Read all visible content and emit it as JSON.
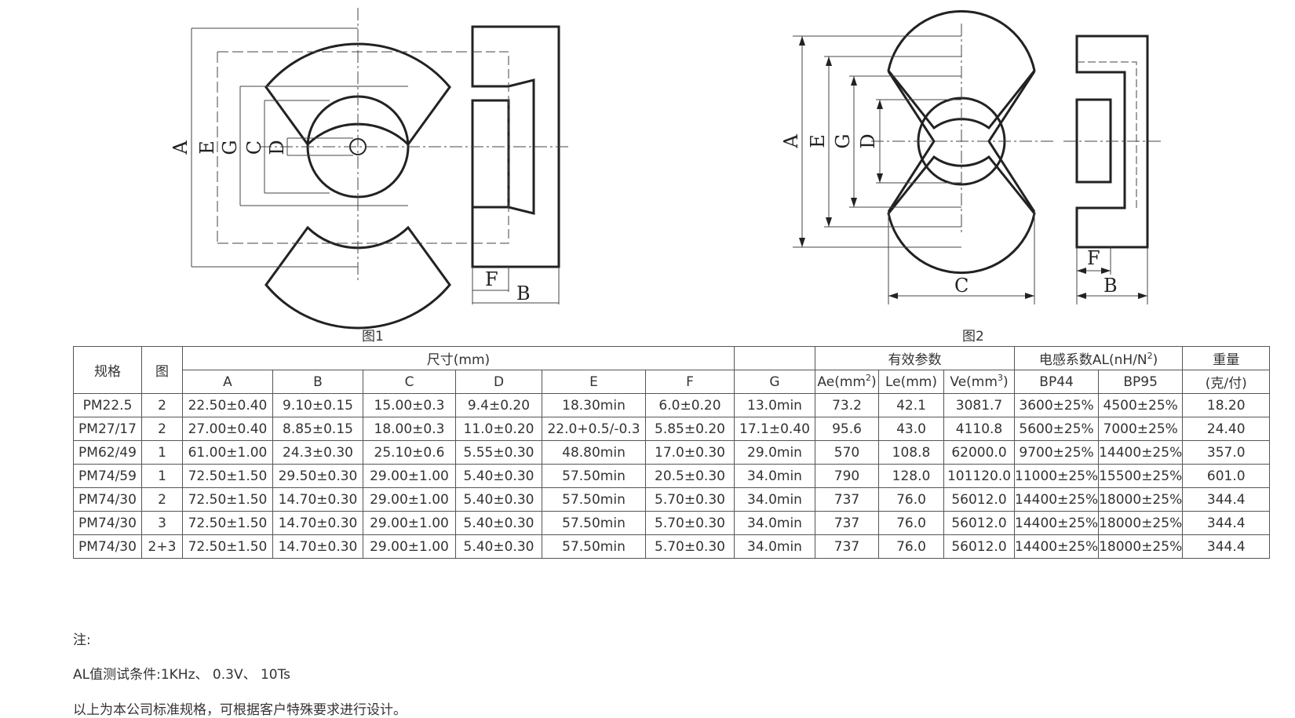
{
  "figure1": {
    "caption": "图1",
    "labels": {
      "a": "A",
      "e": "E",
      "g": "G",
      "c": "C",
      "d": "D",
      "f": "F",
      "b": "B"
    }
  },
  "figure2": {
    "caption": "图2",
    "labels": {
      "a": "A",
      "e": "E",
      "g": "G",
      "d": "D",
      "c": "C",
      "f": "F",
      "b": "B"
    }
  },
  "table": {
    "header": {
      "spec": "规格",
      "fig": "图",
      "dimensions": "尺寸(mm)",
      "effective": "有效参数",
      "al_prefix": "电感系数AL(nH/N",
      "al_sup": "2",
      "al_suffix": ")",
      "weight": "重量",
      "col_a": "A",
      "col_b": "B",
      "col_c": "C",
      "col_d": "D",
      "col_e": "E",
      "col_f": "F",
      "col_g": "G",
      "ae_prefix": "Ae(mm",
      "ae_sup": "2",
      "ae_suffix": ")",
      "le": "Le(mm)",
      "ve_prefix": "Ve(mm",
      "ve_sup": "3",
      "ve_suffix": ")",
      "bp44": "BP44",
      "bp95": "BP95",
      "weight_unit": "(克/付)"
    },
    "rows": [
      [
        "PM22.5",
        "2",
        "22.50±0.40",
        "9.10±0.15",
        "15.00±0.3",
        "9.4±0.20",
        "18.30min",
        "6.0±0.20",
        "13.0min",
        "73.2",
        "42.1",
        "3081.7",
        "3600±25%",
        "4500±25%",
        "18.20"
      ],
      [
        "PM27/17",
        "2",
        "27.00±0.40",
        "8.85±0.15",
        "18.00±0.3",
        "11.0±0.20",
        "22.0+0.5/-0.3",
        "5.85±0.20",
        "17.1±0.40",
        "95.6",
        "43.0",
        "4110.8",
        "5600±25%",
        "7000±25%",
        "24.40"
      ],
      [
        "PM62/49",
        "1",
        "61.00±1.00",
        "24.3±0.30",
        "25.10±0.6",
        "5.55±0.30",
        "48.80min",
        "17.0±0.30",
        "29.0min",
        "570",
        "108.8",
        "62000.0",
        "9700±25%",
        "14400±25%",
        "357.0"
      ],
      [
        "PM74/59",
        "1",
        "72.50±1.50",
        "29.50±0.30",
        "29.00±1.00",
        "5.40±0.30",
        "57.50min",
        "20.5±0.30",
        "34.0min",
        "790",
        "128.0",
        "101120.0",
        "11000±25%",
        "15500±25%",
        "601.0"
      ],
      [
        "PM74/30",
        "2",
        "72.50±1.50",
        "14.70±0.30",
        "29.00±1.00",
        "5.40±0.30",
        "57.50min",
        "5.70±0.30",
        "34.0min",
        "737",
        "76.0",
        "56012.0",
        "14400±25%",
        "18000±25%",
        "344.4"
      ],
      [
        "PM74/30",
        "3",
        "72.50±1.50",
        "14.70±0.30",
        "29.00±1.00",
        "5.40±0.30",
        "57.50min",
        "5.70±0.30",
        "34.0min",
        "737",
        "76.0",
        "56012.0",
        "14400±25%",
        "18000±25%",
        "344.4"
      ],
      [
        "PM74/30",
        "2+3",
        "72.50±1.50",
        "14.70±0.30",
        "29.00±1.00",
        "5.40±0.30",
        "57.50min",
        "5.70±0.30",
        "34.0min",
        "737",
        "76.0",
        "56012.0",
        "14400±25%",
        "18000±25%",
        "344.4"
      ]
    ]
  },
  "notes": {
    "title": "注:",
    "line1": "AL值测试条件:1KHz、 0.3V、 10Ts",
    "line2": "以上为本公司标准规格，可根据客户特殊要求进行设计。"
  }
}
